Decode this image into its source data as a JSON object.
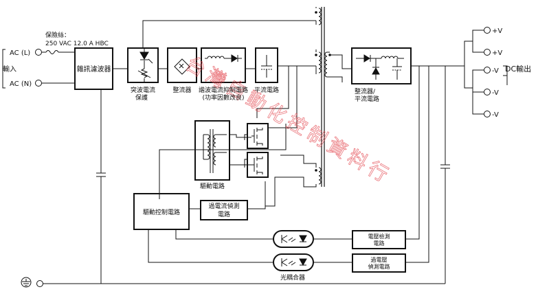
{
  "inputs": {
    "ac_l": "AC (L)",
    "ac_n": "AC (N)",
    "input_label": "輸入",
    "fuse_title": "保險絲：",
    "fuse_rating": "250 VAC 12.0 A HBC"
  },
  "blocks": {
    "noise_filter": "雜訊濾波器",
    "inrush_line1": "突波電流",
    "inrush_line2": "保護",
    "rectifier": "整流器",
    "harmonic_line1": "諧波電流抑制電路",
    "harmonic_line2": "(功率因數改良)",
    "smoothing": "平流電路",
    "drive_circuit": "驅動電路",
    "drive_control": "驅動控制電路",
    "overcurrent_line1": "過電流偵測",
    "overcurrent_line2": "電路",
    "rect_smooth_line1": "整流器/",
    "rect_smooth_line2": "平流電路",
    "voltage_detect_line1": "電壓檢測",
    "voltage_detect_line2": "電路",
    "overvoltage_line1": "過電壓",
    "overvoltage_line2": "偵測電路",
    "photocoupler": "光耦合器"
  },
  "outputs": {
    "terminals": [
      "+V",
      "+V",
      "-V",
      "-V",
      "-V"
    ],
    "label": "DC輸出"
  },
  "watermark": "台灣自動化控制資料行",
  "colors": {
    "line": "#111111",
    "watermark": "#e3474f"
  }
}
